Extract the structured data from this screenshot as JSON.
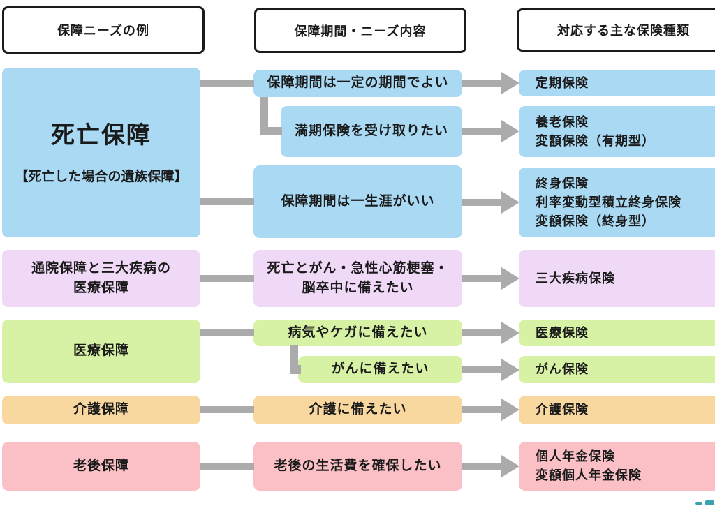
{
  "headers": {
    "needs": "保障ニーズの例",
    "period": "保障期間・ニーズ内容",
    "types": "対応する主な保険種類"
  },
  "death": {
    "title": "死亡保障",
    "subtitle": "【死亡した場合の遺族保障】",
    "fixed_period": "保障期間は一定の期間でよい",
    "maturity": "満期保険を受け取りたい",
    "lifetime": "保障期間は一生涯がいい",
    "term_insurance": "定期保険",
    "endowment": "養老保険\n変額保険（有期型）",
    "whole_life": "終身保険\n利率変動型積立終身保険\n変額保険（終身型）"
  },
  "three_disease": {
    "need": "通院保障と三大疾病の\n医療保障",
    "desc": "死亡とがん・急性心筋梗塞・\n脳卒中に備えたい",
    "insurance": "三大疾病保険"
  },
  "medical": {
    "need": "医療保障",
    "sickness": "病気やケガに備えたい",
    "cancer_need": "がんに備えたい",
    "medical_insurance": "医療保険",
    "cancer_insurance": "がん保険"
  },
  "nursing": {
    "need": "介護保障",
    "desc": "介護に備えたい",
    "insurance": "介護保険"
  },
  "retirement": {
    "need": "老後保障",
    "desc": "老後の生活費を確保したい",
    "insurance": "個人年金保険\n変額個人年金保険"
  },
  "colors": {
    "blue": "#a9d9f3",
    "purple": "#f0d8f7",
    "green": "#d7f2a5",
    "orange": "#f9d8a0",
    "pink": "#fac0c5",
    "connector": "#ababab",
    "watermark": "#38a3ae"
  }
}
